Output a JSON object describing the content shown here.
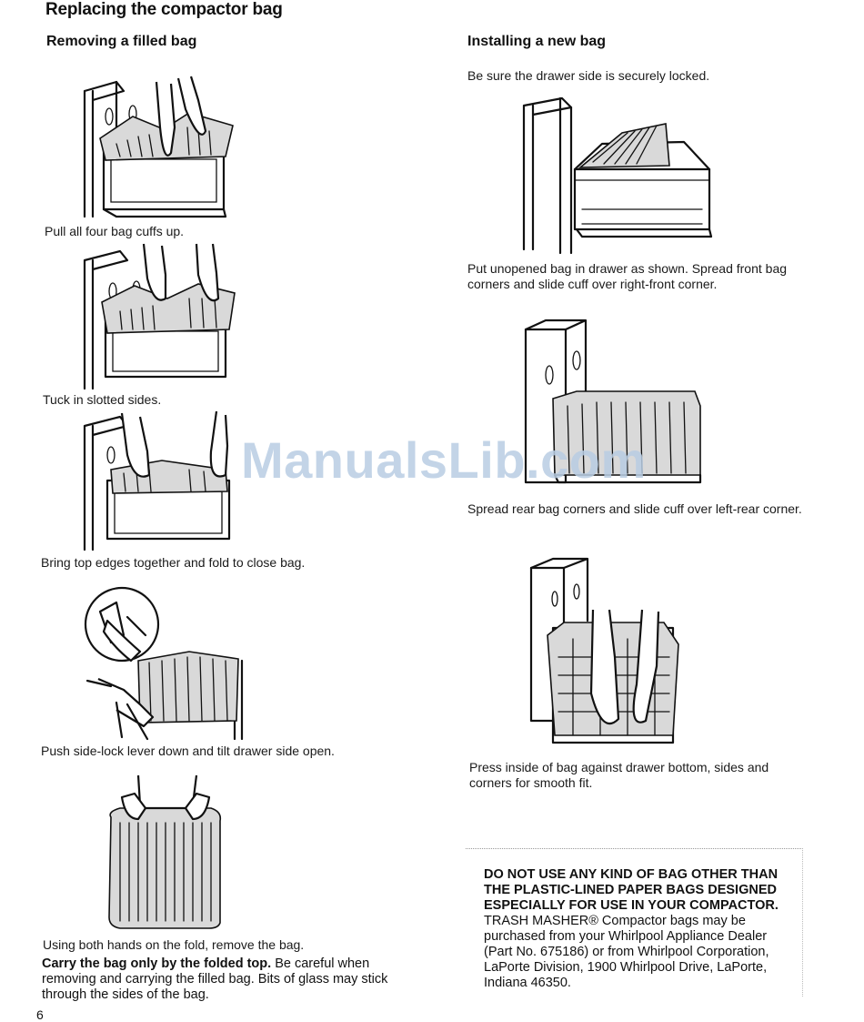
{
  "page": {
    "title": "Replacing the compactor bag",
    "page_number": "6",
    "watermark": "ManualsLib.com"
  },
  "left": {
    "heading": "Removing a filled bag",
    "captions": [
      "Pull all four bag cuffs up.",
      "Tuck in slotted sides.",
      "Bring top edges together and fold to close bag.",
      "Push side-lock lever down and tilt drawer side open.",
      "Using both hands on the fold, remove the bag."
    ],
    "warning_bold": "Carry the bag only by the folded top.",
    "warning_text": " Be careful when removing and carrying the filled bag. Bits of glass may stick through the sides of the bag."
  },
  "right": {
    "heading": "Installing a new bag",
    "intro": "Be sure the drawer side is securely locked.",
    "captions": [
      "Put unopened bag in drawer as shown. Spread front bag corners and slide cuff over right-front corner.",
      "Spread rear bag corners and slide cuff over left-rear corner.",
      "Press inside of bag against drawer bottom, sides and corners for smooth fit."
    ]
  },
  "notice": {
    "bold": "DO NOT USE ANY KIND OF BAG OTHER THAN THE PLASTIC-LINED PAPER BAGS DESIGNED ESPECIALLY FOR USE IN YOUR COMPACTOR.",
    "text": " TRASH MASHER® Compactor bags may be purchased from your Whirlpool Appliance Dealer (Part No. 675186) or from Whirlpool Corporation, LaPorte Division, 1900 Whirlpool Drive, LaPorte, Indiana 46350."
  }
}
